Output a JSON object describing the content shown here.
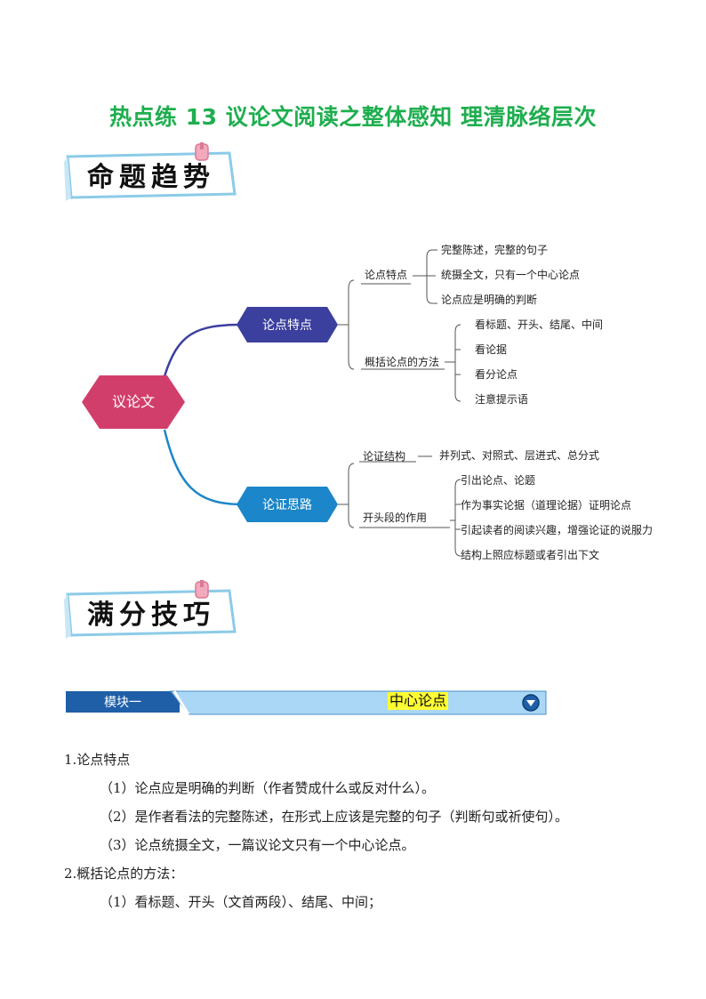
{
  "title": "热点练 13  议论文阅读之整体感知  理清脉络层次",
  "banners": [
    {
      "text": "命题趋势"
    },
    {
      "text": "满分技巧"
    }
  ],
  "mindmap": {
    "root": "议论文",
    "branches": [
      {
        "label": "论点特点",
        "groups": [
          {
            "label": "论点特点",
            "items": [
              "完整陈述，完整的句子",
              "统摄全文，只有一个中心论点",
              "论点应是明确的判断"
            ]
          },
          {
            "label": "概括论点的方法",
            "items": [
              "看标题、开头、结尾、中间",
              "看论据",
              "看分论点",
              "注意提示语"
            ]
          }
        ]
      },
      {
        "label": "论证思路",
        "groups": [
          {
            "label": "论证结构",
            "items": [
              "并列式、对照式、层进式、总分式"
            ]
          },
          {
            "label": "开头段的作用",
            "items": [
              "引出论点、论题",
              "作为事实论据（道理论据）证明论点",
              "引起读者的阅读兴趣，增强论证的说服力",
              "结构上照应标题或者引出下文"
            ]
          }
        ]
      }
    ]
  },
  "module": {
    "label": "模块一",
    "title": "中心论点"
  },
  "body": {
    "lines": [
      "1.论点特点",
      "（1）论点应是明确的判断（作者赞成什么或反对什么）。",
      "（2）是作者看法的完整陈述，在形式上应该是完整的句子（判断句或祈使句）。",
      "（3）论点统摄全文，一篇议论文只有一个中心论点。",
      "2.概括论点的方法：",
      "（1）看标题、开头（文首两段）、结尾、中间；"
    ]
  },
  "colors": {
    "title": "#1fae4f",
    "root": "#d23e6b",
    "branch1": "#3b3f9e",
    "branch2": "#1b86c9",
    "module_bar": "#1f5fa8",
    "module_fill": "#a9d7f5",
    "highlight": "#ffff33"
  }
}
